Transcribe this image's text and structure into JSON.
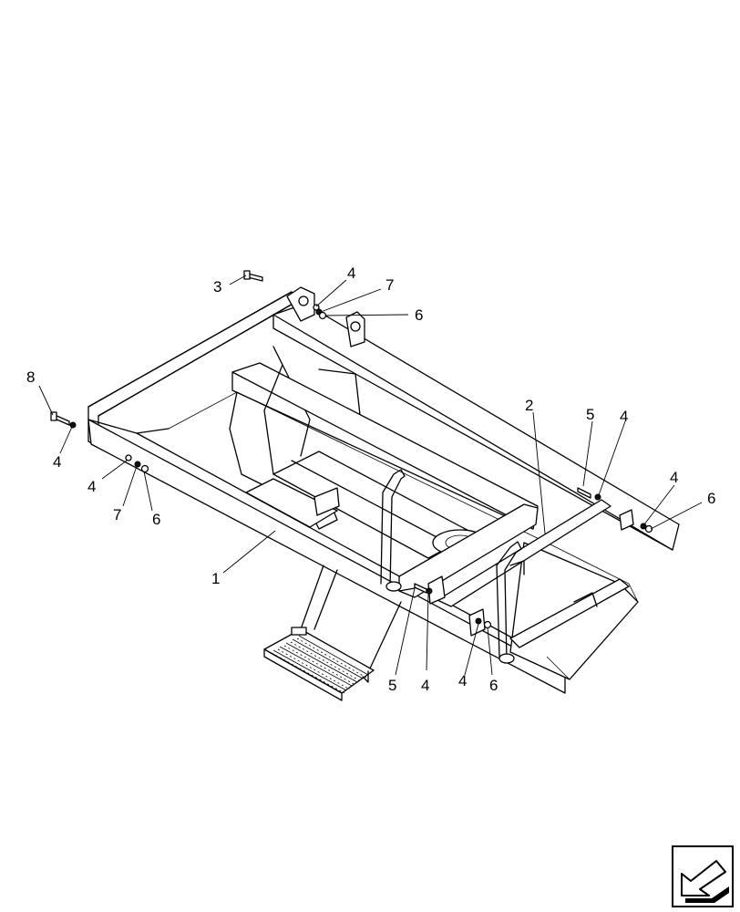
{
  "figure": {
    "callouts": [
      {
        "id": "c-3",
        "text": "3"
      },
      {
        "id": "c-4-top",
        "text": "4"
      },
      {
        "id": "c-7-top",
        "text": "7"
      },
      {
        "id": "c-6-top",
        "text": "6"
      },
      {
        "id": "c-8",
        "text": "8"
      },
      {
        "id": "c-4-left",
        "text": "4"
      },
      {
        "id": "c-4-left2",
        "text": "4"
      },
      {
        "id": "c-7-left",
        "text": "7"
      },
      {
        "id": "c-6-left",
        "text": "6"
      },
      {
        "id": "c-1",
        "text": "1"
      },
      {
        "id": "c-2",
        "text": "2"
      },
      {
        "id": "c-5-right",
        "text": "5"
      },
      {
        "id": "c-4-right",
        "text": "4"
      },
      {
        "id": "c-4-right2",
        "text": "4"
      },
      {
        "id": "c-6-right",
        "text": "6"
      },
      {
        "id": "c-5-bottom",
        "text": "5"
      },
      {
        "id": "c-4-bottom",
        "text": "4"
      },
      {
        "id": "c-4-bottom2",
        "text": "4"
      },
      {
        "id": "c-6-bottom",
        "text": "6"
      }
    ]
  },
  "navigation": {
    "icon": "previous-page-arrow-icon"
  }
}
